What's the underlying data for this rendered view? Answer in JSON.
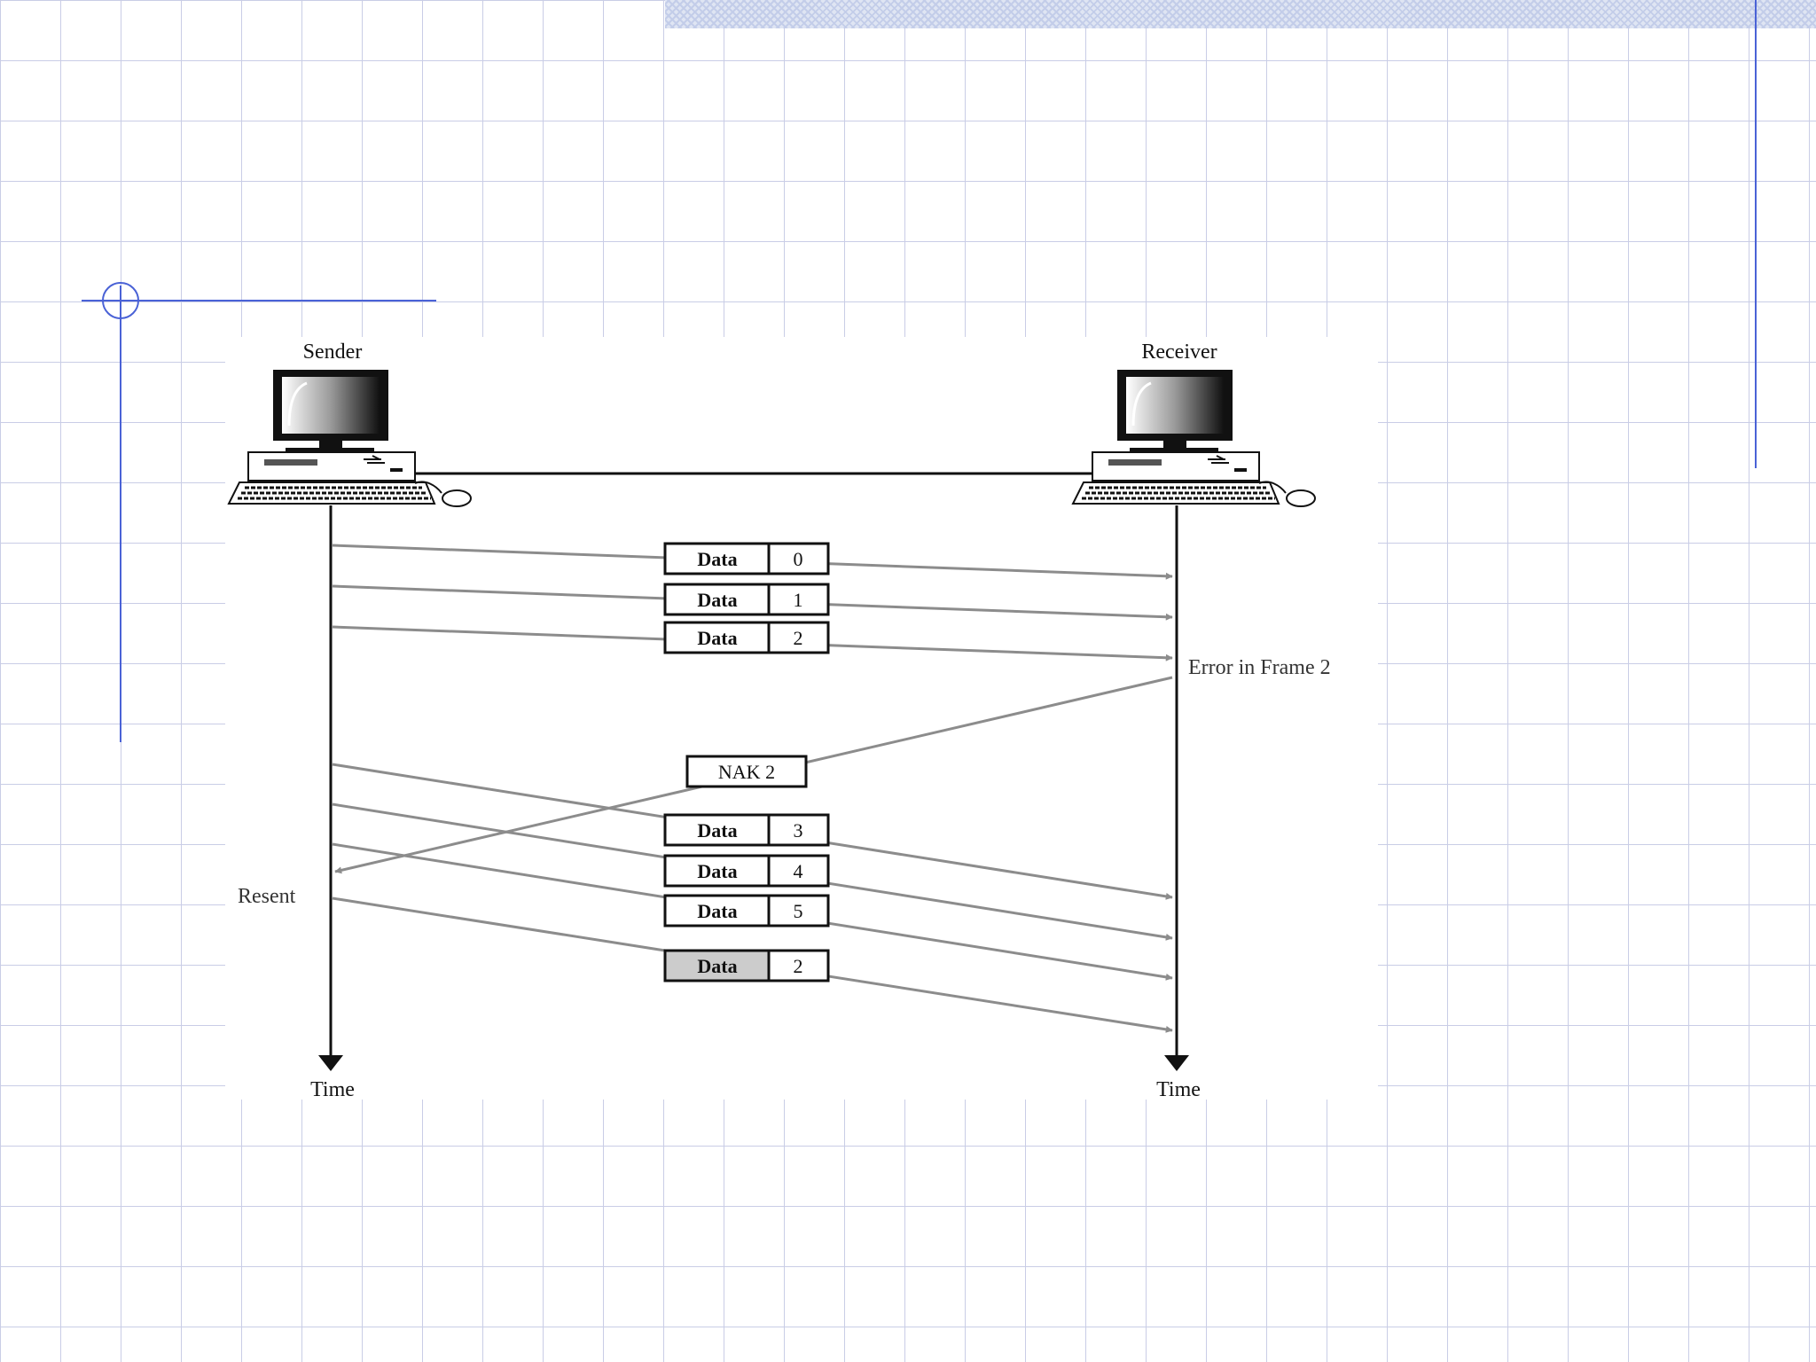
{
  "sender": {
    "label": "Sender",
    "time_label": "Time",
    "resent_label": "Resent"
  },
  "receiver": {
    "label": "Receiver",
    "time_label": "Time",
    "error_label": "Error in Frame 2"
  },
  "frames": [
    {
      "label": "Data",
      "seq": "0"
    },
    {
      "label": "Data",
      "seq": "1"
    },
    {
      "label": "Data",
      "seq": "2"
    },
    {
      "label": "Data",
      "seq": "3"
    },
    {
      "label": "Data",
      "seq": "4"
    },
    {
      "label": "Data",
      "seq": "5"
    },
    {
      "label": "Data",
      "seq": "2",
      "resent": true
    }
  ],
  "nak": {
    "label": "NAK 2"
  },
  "colors": {
    "arrow": "#8c8c8c",
    "ink": "#111111",
    "grid": "#c9cde6",
    "accent": "#4a62d6",
    "resent_fill": "#cccccc"
  }
}
